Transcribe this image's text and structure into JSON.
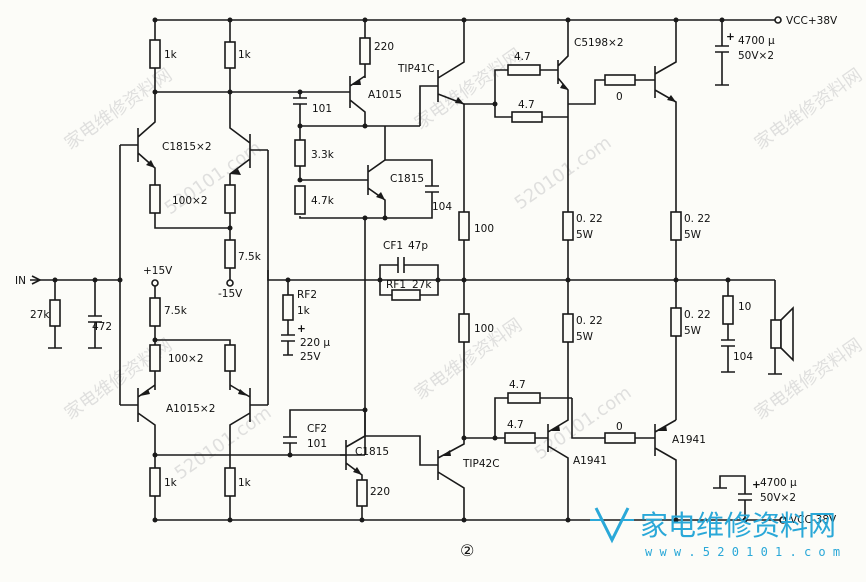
{
  "labels": {
    "in": "IN",
    "vcc_pos": "VCC+38V",
    "vcc_neg": "VCC-38V",
    "cap_top_val": "4700 μ",
    "cap_top_rating": "50V×2",
    "cap_bot_val": "4700 μ",
    "cap_bot_rating": "50V×2",
    "plus15": "+15V",
    "minus15": "-15V",
    "q_c1815x2": "C1815×2",
    "q_a1015x2": "A1015×2",
    "q_a1015": "A1015",
    "q_c1815_mid": "C1815",
    "q_c1815_low": "C1815",
    "q_tip41c": "TIP41C",
    "q_tip42c": "TIP42C",
    "q_c5198x2": "C5198×2",
    "q_a1941_a": "A1941",
    "q_a1941_b": "A1941",
    "r_1k_a": "1k",
    "r_1k_b": "1k",
    "r_1k_c": "1k",
    "r_1k_d": "1k",
    "r_220_top": "220",
    "r_220_bot": "220",
    "r_100x2_top": "100×2",
    "r_100x2_bot": "100×2",
    "r_7_5k_top": "7.5k",
    "r_7_5k_bot": "7.5k",
    "r_27k_in": "27k",
    "c_472": "472",
    "c_101_top": "101",
    "r_3_3k": "3.3k",
    "r_4_7k": "4.7k",
    "c_104_mid": "104",
    "cf1": "CF1",
    "cf1_val": "47p",
    "rf1": "RF1",
    "rf1_val": "27k",
    "rf2": "RF2",
    "rf2_val": "1k",
    "c_220u": "220 μ",
    "c_220u_v": "25V",
    "cf2": "CF2",
    "cf2_val": "101",
    "r_100_top": "100",
    "r_100_bot": "100",
    "r_4_7_a": "4.7",
    "r_4_7_b": "4.7",
    "r_4_7_c": "4.7",
    "r_4_7_d": "4.7",
    "r_0_top": "0",
    "r_0_bot": "0",
    "r_022_1": "0. 22",
    "r_022_1w": "5W",
    "r_022_2": "0. 22",
    "r_022_2w": "5W",
    "r_022_3": "0. 22",
    "r_022_3w": "5W",
    "r_022_4": "0. 22",
    "r_022_4w": "5W",
    "r_10": "10",
    "c_104_out": "104",
    "figure_no": "②"
  },
  "watermark": {
    "text_a": "家电维修资料网",
    "text_b": "520101.com",
    "logo_cn": "家电维修资料网",
    "logo_url": "w w w . 5 2 0 1 0 1 . c o m"
  },
  "colors": {
    "ink": "#1a1a1a",
    "watermark": "#c9c9c9",
    "logo": "#2aa8d8"
  }
}
